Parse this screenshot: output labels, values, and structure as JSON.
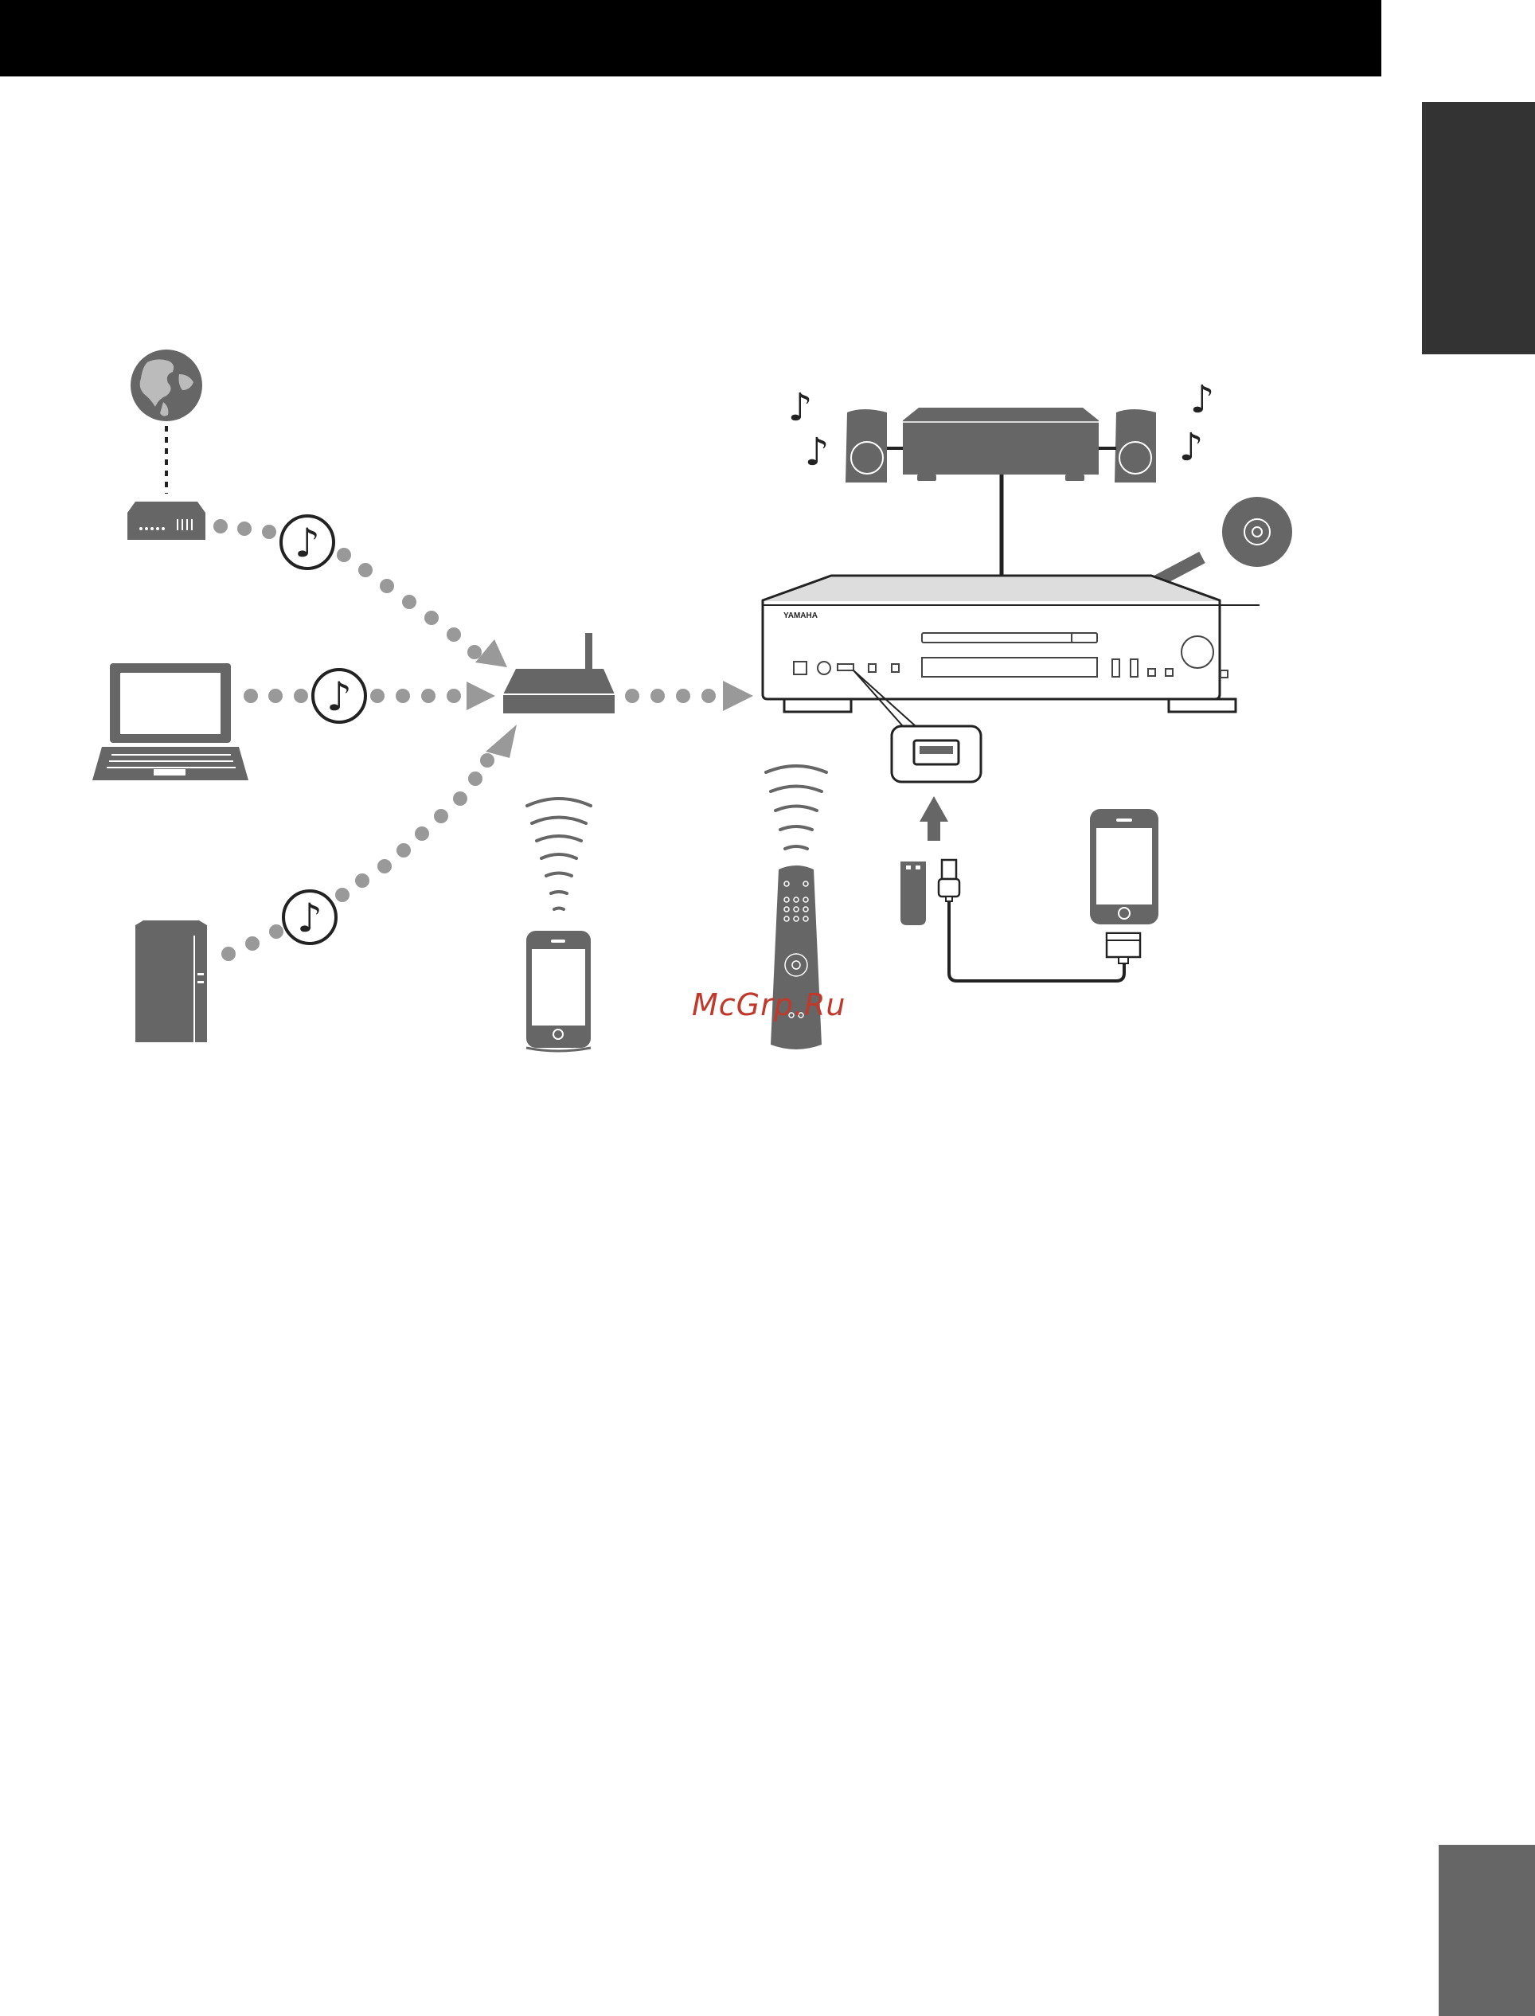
{
  "watermark": {
    "text": "McGrp.Ru"
  },
  "player": {
    "brand": "YAMAHA"
  },
  "colors": {
    "band_black": "#000000",
    "tab_dark": "#333333",
    "tab_gray": "#666666",
    "device_gray": "#666666",
    "dot_gray": "#999999",
    "watermark_red": "#c0392b"
  },
  "icons": [
    "globe-icon",
    "modem-icon",
    "laptop-icon",
    "nas-server-icon",
    "wireless-router-icon",
    "network-cd-player",
    "amplifier-icon",
    "speaker-icon",
    "cd-disc-icon",
    "usb-port-icon",
    "usb-flash-drive-icon",
    "usb-cable-icon",
    "ipod-icon",
    "iphone-icon",
    "remote-control-icon",
    "music-note-icon",
    "signal-waves-icon"
  ]
}
